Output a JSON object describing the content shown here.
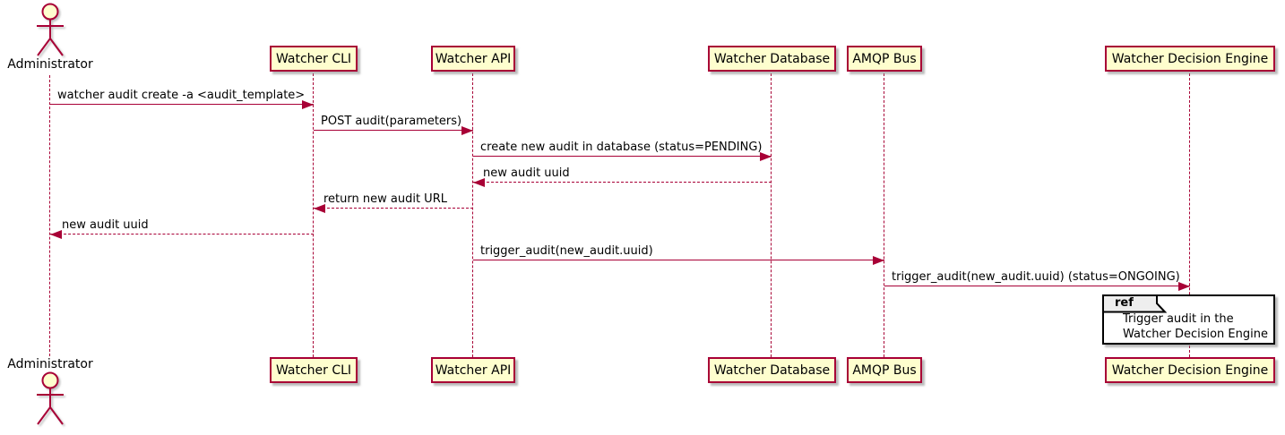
{
  "diagram": {
    "type": "uml-sequence-diagram",
    "participants": [
      {
        "label": "Administrator",
        "kind": "actor"
      },
      {
        "label": "Watcher CLI",
        "kind": "participant"
      },
      {
        "label": "Watcher API",
        "kind": "participant"
      },
      {
        "label": "Watcher Database",
        "kind": "participant"
      },
      {
        "label": "AMQP Bus",
        "kind": "participant"
      },
      {
        "label": "Watcher Decision Engine",
        "kind": "participant"
      }
    ],
    "messages": [
      {
        "from": "Administrator",
        "to": "Watcher CLI",
        "style": "solid",
        "text": "watcher audit create -a <audit_template>"
      },
      {
        "from": "Watcher CLI",
        "to": "Watcher API",
        "style": "solid",
        "text": "POST audit(parameters)"
      },
      {
        "from": "Watcher API",
        "to": "Watcher Database",
        "style": "solid",
        "text": "create new audit in database (status=PENDING)"
      },
      {
        "from": "Watcher Database",
        "to": "Watcher API",
        "style": "dashed",
        "text": "new audit uuid"
      },
      {
        "from": "Watcher API",
        "to": "Watcher CLI",
        "style": "dashed",
        "text": "return new audit URL"
      },
      {
        "from": "Watcher CLI",
        "to": "Administrator",
        "style": "dashed",
        "text": "new audit uuid"
      },
      {
        "from": "Watcher API",
        "to": "AMQP Bus",
        "style": "solid",
        "text": "trigger_audit(new_audit.uuid)"
      },
      {
        "from": "AMQP Bus",
        "to": "Watcher Decision Engine",
        "style": "solid",
        "text": "trigger_audit(new_audit.uuid) (status=ONGOING)"
      }
    ],
    "ref": {
      "keyword": "ref",
      "over": "Watcher Decision Engine",
      "lines": [
        "Trigger audit in the",
        "Watcher Decision Engine"
      ]
    },
    "colors": {
      "participant_fill": "#FEFECE",
      "participant_border": "#A80036",
      "message_line": "#A80036",
      "lifeline": "#A80036",
      "text": "#000000",
      "ref_border": "#000000",
      "ref_header_fill": "#EEEEEE",
      "background": "#FFFFFF"
    }
  }
}
